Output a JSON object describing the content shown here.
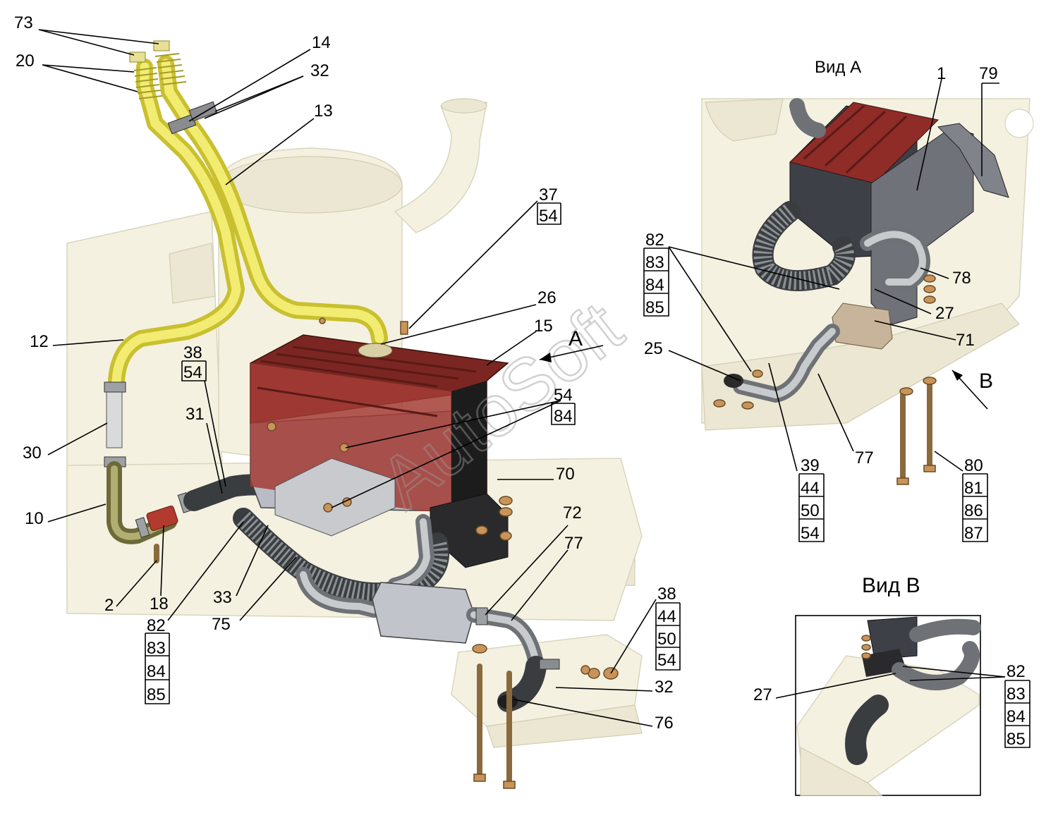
{
  "watermark": "AutoSoft",
  "views": {
    "view_a_title": "Вид А",
    "view_b_title": "Вид В",
    "arrow_a": "А",
    "arrow_b": "В"
  },
  "callouts": {
    "c73": "73",
    "c20": "20",
    "c14": "14",
    "c32_top": "32",
    "c13": "13",
    "c12": "12",
    "c38_mid": "38",
    "c54_mid": "54",
    "c31": "31",
    "c30": "30",
    "c10": "10",
    "c37": "37",
    "c54_37": "54",
    "c26": "26",
    "c15": "15",
    "c54_84a": "54",
    "c84_84a": "84",
    "c70": "70",
    "c72": "72",
    "c77_main": "77",
    "c2": "2",
    "c18": "18",
    "c33": "33",
    "c75": "75",
    "c82_main": "82",
    "c83_main": "83",
    "c84_main": "84",
    "c85_main": "85",
    "c38_bot": "38",
    "c44_bot": "44",
    "c50_bot": "50",
    "c54_bot": "54",
    "c32_bot": "32",
    "c76": "76",
    "c1": "1",
    "c79": "79",
    "c82_a": "82",
    "c83_a": "83",
    "c84_a": "84",
    "c85_a": "85",
    "c78": "78",
    "c27_a": "27",
    "c71": "71",
    "c25": "25",
    "c39": "39",
    "c44_a": "44",
    "c50_a": "50",
    "c54_a": "54",
    "c77_a": "77",
    "c80": "80",
    "c81": "81",
    "c86": "86",
    "c87": "87",
    "c27_b": "27",
    "c82_b": "82",
    "c83_b": "83",
    "c84_b": "84",
    "c85_b": "85"
  },
  "colors": {
    "heater_top": "#8b2e2a",
    "heater_body": "#b9bcc6",
    "hose_yellow": "#f3ec72",
    "ghost_frame": "#f4f1e0",
    "red_fitting": "#b23a2e"
  }
}
